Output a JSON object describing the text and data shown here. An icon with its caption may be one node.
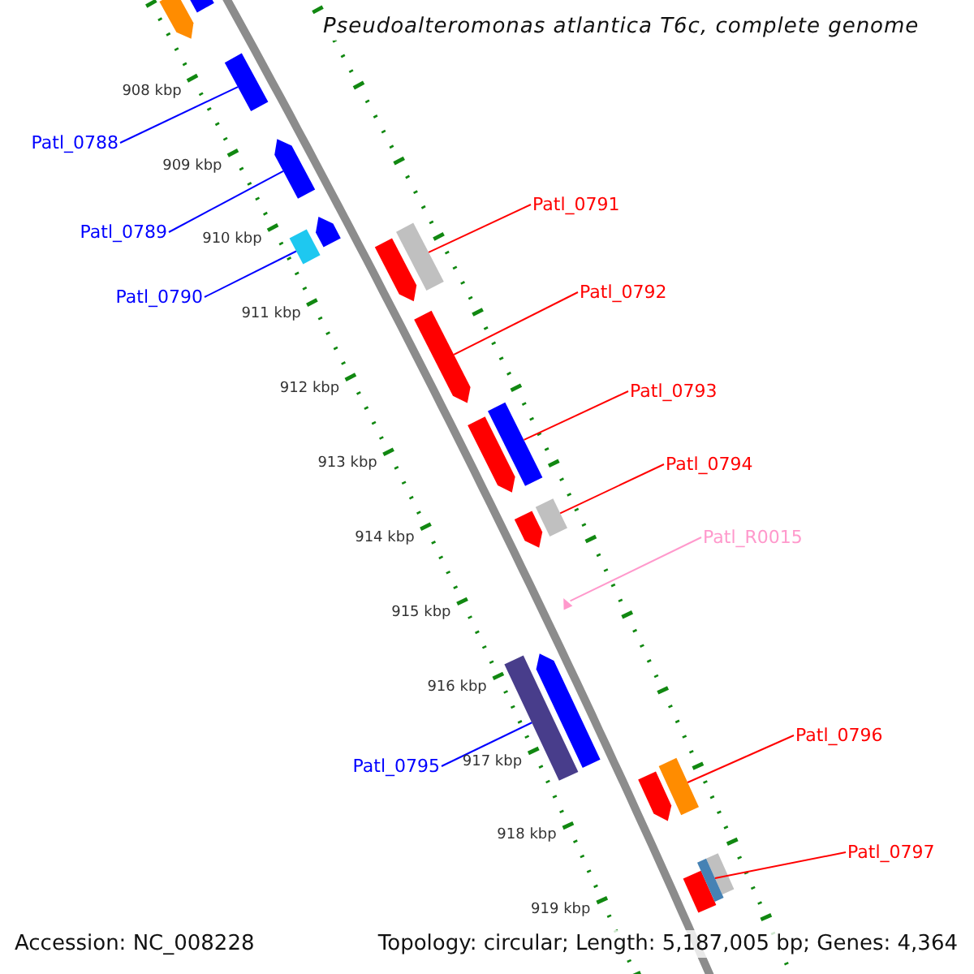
{
  "diagram": {
    "title": "Pseudoalteromonas atlantica T6c, complete genome",
    "nodes": [
      {
        "text": [
          "Patl_0788"
        ]
      },
      {
        "text": [],
        "shape": "bar"
      },
      {
        "text": [
          "Patl_0791"
        ]
      },
      {
        "text": [],
        "shape": "bar"
      },
      {
        "text": [
          "Patl_0789"
        ]
      },
      {
        "text": [],
        "shape": "bar"
      },
      {
        "text": [
          "Patl_0792"
        ]
      },
      {
        "text": [],
        "shape": "bar"
      },
      {
        "text": [
          "Patl_0790"
        ]
      },
      {
        "text": [],
        "shape": "bar"
      },
      {
        "text": [
          "Patl_0793"
        ]
      },
      {
        "text": [],
        "shape": "bar"
      },
      {
        "text": [
          "Patl_0794"
        ]
      },
      {
        "text": [],
        "shape": "bar"
      },
      {
        "text": [
          "Patl_R0015"
        ]
      },
      {
        "text": [],
        "shape": "bar"
      },
      {
        "text": [
          "Patl_0796"
        ]
      },
      {
        "text": [],
        "shape": "bar"
      },
      {
        "text": [
          "Patl_0795"
        ]
      },
      {
        "text": [],
        "shape": "bar"
      },
      {
        "text": [
          "Patl_0797"
        ]
      },
      {
        "text": [],
        "shape": "bar"
      },
      {
        "text": [],
        "shape": "bar"
      },
      {
        "text": [],
        "shape": "bar"
      },
      {
        "text": [],
        "shape": "bar"
      },
      {
        "text": [],
        "shape": "bar"
      },
      {
        "text": [],
        "shape": "bar"
      },
      {
        "text": [],
        "shape": "bar"
      },
      {
        "text": [],
        "shape": "bar"
      },
      {
        "text": [],
        "shape": "bar"
      },
      {
        "text": [],
        "shape": "bar"
      },
      {
        "text": [],
        "shape": "bar"
      }
    ],
    "edges": [
      {
        "from": 0,
        "to": 1,
        "arrow": "none",
        "color": "#0000ff"
      },
      {
        "from": 2,
        "to": 3,
        "arrow": "none"
      },
      {
        "from": 4,
        "to": 5,
        "arrow": "none",
        "color": "#0000ff"
      },
      {
        "from": 6,
        "to": 7,
        "arrow": "none"
      },
      {
        "from": 8,
        "to": 9,
        "arrow": "none",
        "color": "#0000ff"
      },
      {
        "from": 10,
        "to": 11,
        "arrow": "none"
      },
      {
        "from": 12,
        "to": 13,
        "arrow": "none"
      },
      {
        "from": 14,
        "to": 15,
        "arrow": "none",
        "color": "#ff99cc"
      },
      {
        "from": 16,
        "to": 17,
        "arrow": "none"
      },
      {
        "from": 18,
        "to": 19,
        "arrow": "none",
        "color": "#0000ff"
      },
      {
        "from": 20,
        "to": 21,
        "arrow": "none"
      }
    ],
    "labels": [
      "908 kbp",
      "909 kbp",
      "910 kbp",
      "911 kbp",
      "912 kbp",
      "913 kbp",
      "914 kbp",
      "915 kbp",
      "916 kbp",
      "917 kbp",
      "918 kbp",
      "919 kbp",
      "Accession: NC_008228",
      "Topology: circular; Length: 5,187,005 bp; Genes: 4,364"
    ]
  }
}
